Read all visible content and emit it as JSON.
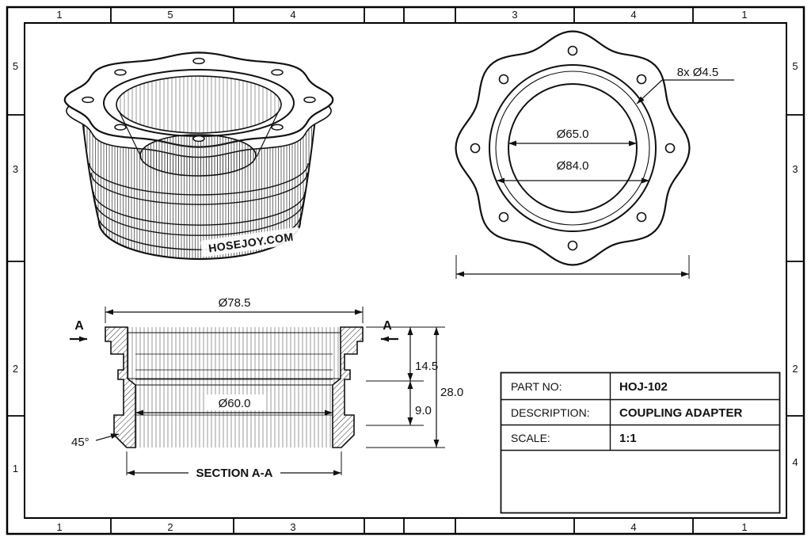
{
  "sheet": {
    "background": "#ffffff",
    "line_color": "#111111"
  },
  "border_zones": {
    "top": [
      "1",
      "5",
      "4",
      "3",
      "4",
      "1"
    ],
    "bottom": [
      "1",
      "2",
      "3",
      "4",
      "1"
    ],
    "left": [
      "5",
      "3",
      "2",
      "1"
    ],
    "right": [
      "5",
      "3",
      "2",
      "4"
    ]
  },
  "iso_view": {
    "brand": "HOSEJOY.COM"
  },
  "front_view": {
    "holes_label": "8x Ø4.5",
    "inner_diameter": "Ø65.0",
    "outer_diameter": "Ø84.0"
  },
  "section_view": {
    "label": "SECTION A-A",
    "cut_label_left": "A",
    "cut_label_right": "A",
    "top_diameter": "Ø78.5",
    "bore_diameter": "Ø60.0",
    "depth_counterbore": "14.5",
    "overall_height": "28.0",
    "step_height": "9.0",
    "chamfer_angle": "45°"
  },
  "title_block": {
    "rows": [
      {
        "label": "PART NO:",
        "value": "HOJ-102"
      },
      {
        "label": "DESCRIPTION:",
        "value": "COUPLING ADAPTER"
      },
      {
        "label": "SCALE:",
        "value": "1:1"
      }
    ]
  }
}
